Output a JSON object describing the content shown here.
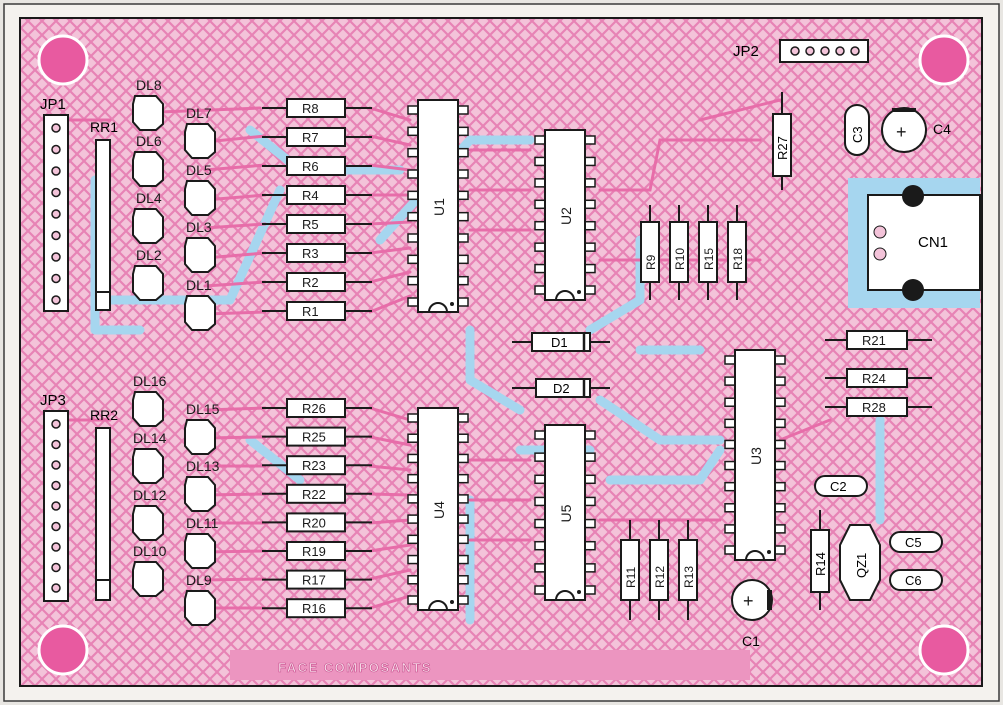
{
  "colors": {
    "board_bg": "#f3c3d9",
    "copper_top": "#e86aa8",
    "copper_bottom": "#9fd3ee",
    "outline": "#1a1a1a",
    "body_fill": "#ffffff",
    "frame": "#3a3a3a",
    "outer_bg": "#e8e6e2"
  },
  "connectors": {
    "jp1": "JP1",
    "jp2": "JP2",
    "jp3": "JP3",
    "cn1": "CN1"
  },
  "resistor_networks": {
    "rr1": "RR1",
    "rr2": "RR2"
  },
  "leds": [
    "DL1",
    "DL2",
    "DL3",
    "DL4",
    "DL5",
    "DL6",
    "DL7",
    "DL8",
    "DL9",
    "DL10",
    "DL11",
    "DL12",
    "DL13",
    "DL14",
    "DL15",
    "DL16"
  ],
  "resistors": {
    "top_group": [
      "R8",
      "R7",
      "R6",
      "R4",
      "R5",
      "R3",
      "R2",
      "R1"
    ],
    "bottom_group": [
      "R26",
      "R25",
      "R23",
      "R22",
      "R20",
      "R19",
      "R17",
      "R16"
    ],
    "vertical_top": [
      "R9",
      "R10",
      "R15",
      "R18"
    ],
    "vertical_bottom": [
      "R11",
      "R12",
      "R13"
    ],
    "r27": "R27",
    "r14": "R14",
    "right_group": [
      "R21",
      "R24",
      "R28"
    ]
  },
  "ics": {
    "u1": "U1",
    "u2": "U2",
    "u3": "U3",
    "u4": "U4",
    "u5": "U5"
  },
  "diodes": [
    "D1",
    "D2"
  ],
  "capacitors": {
    "c1": "C1",
    "c2": "C2",
    "c3": "C3",
    "c4": "C4",
    "c5": "C5",
    "c6": "C6"
  },
  "crystal": "QZ1",
  "footer_text": "FACE COMPOSANTS"
}
